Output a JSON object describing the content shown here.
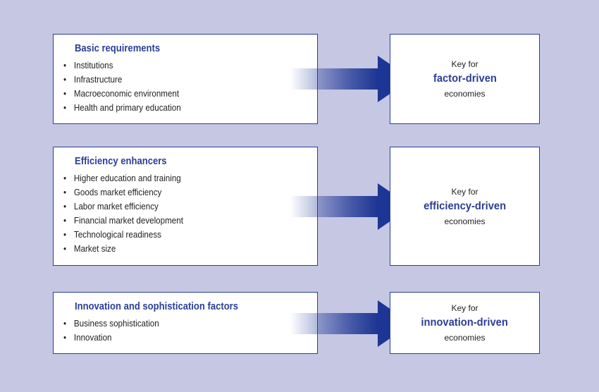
{
  "colors": {
    "background": "#c5c7e3",
    "accent": "#2b3f97",
    "arrow": "#1d3594"
  },
  "rows": [
    {
      "title": "Basic requirements",
      "items": [
        "Institutions",
        "Infrastructure",
        "Macroeconomic environment",
        "Health and primary education"
      ],
      "key_for": "Key for",
      "key_type": "factor-driven",
      "key_suffix": "economies"
    },
    {
      "title": "Efficiency enhancers",
      "items": [
        "Higher education and training",
        "Goods market efficiency",
        "Labor market efficiency",
        "Financial market development",
        "Technological readiness",
        "Market size"
      ],
      "key_for": "Key for",
      "key_type": "efficiency-driven",
      "key_suffix": "economies"
    },
    {
      "title": "Innovation and sophistication factors",
      "items": [
        "Business sophistication",
        "Innovation"
      ],
      "key_for": "Key for",
      "key_type": "innovation-driven",
      "key_suffix": "economies"
    }
  ]
}
